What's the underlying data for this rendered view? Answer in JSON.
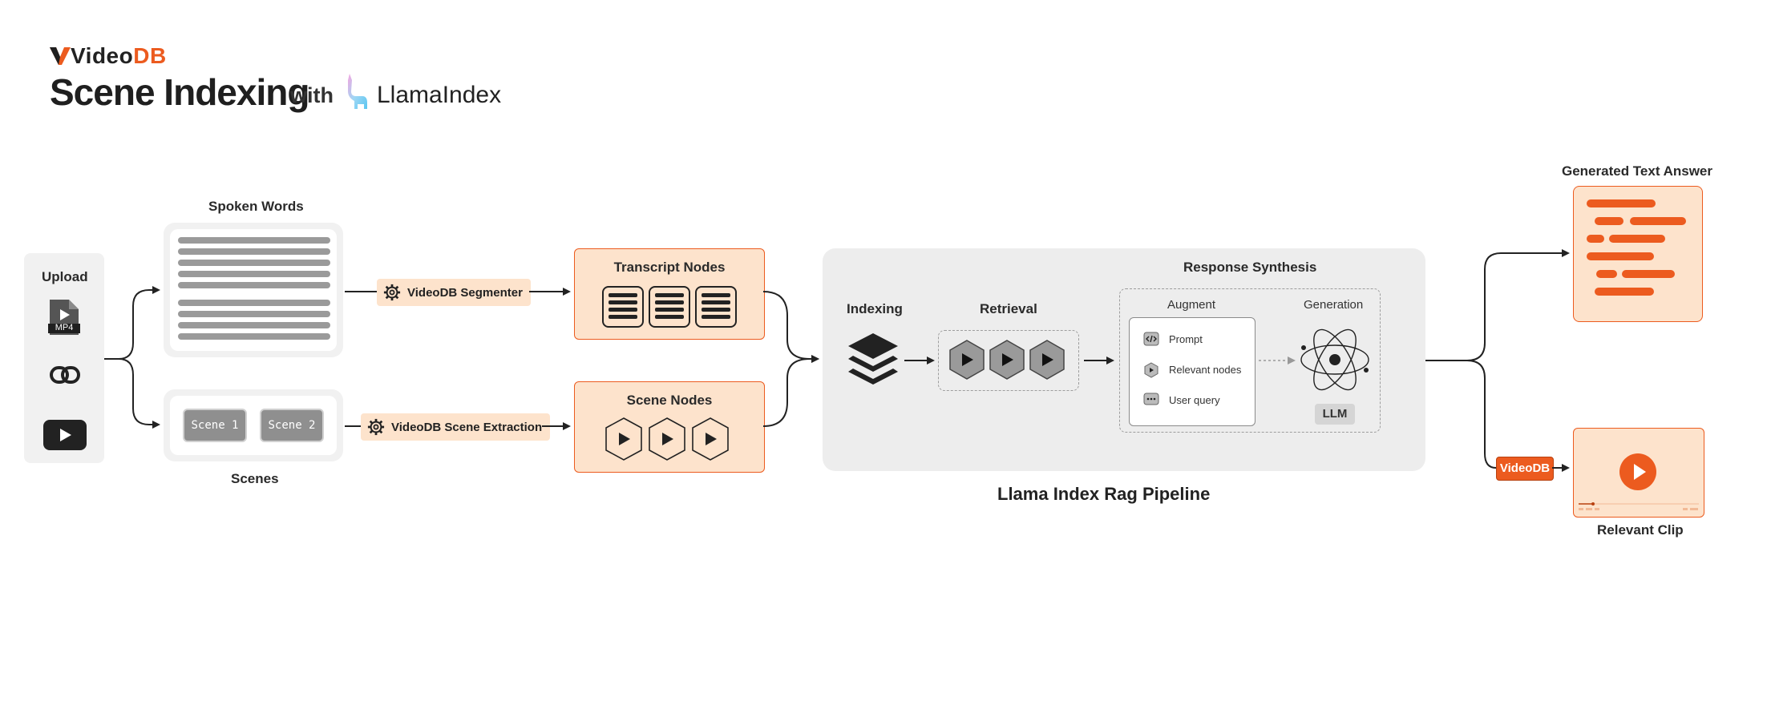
{
  "header": {
    "brand_prefix": "Video",
    "brand_suffix": "DB",
    "title": "Scene Indexing",
    "with": "with",
    "partner": "LlamaIndex"
  },
  "upload": {
    "label": "Upload",
    "file_type": "MP4",
    "icons": [
      "mp4-file-icon",
      "link-icon",
      "youtube-icon"
    ]
  },
  "spoken_words": {
    "label": "Spoken Words"
  },
  "scenes": {
    "label": "Scenes",
    "tiles": [
      "Scene 1",
      "Scene 2"
    ]
  },
  "segmenter": {
    "label": "VideoDB Segmenter"
  },
  "scene_extraction": {
    "label": "VideoDB Scene Extraction"
  },
  "transcript_nodes": {
    "label": "Transcript Nodes"
  },
  "scene_nodes": {
    "label": "Scene Nodes"
  },
  "pipeline": {
    "label": "Llama Index Rag Pipeline",
    "indexing": "Indexing",
    "retrieval": "Retrieval",
    "response_synthesis": "Response Synthesis",
    "augment": "Augment",
    "generation": "Generation",
    "augment_items": [
      "Prompt",
      "Relevant nodes",
      "User query"
    ],
    "llm": "LLM"
  },
  "outputs": {
    "answer_label": "Generated Text Answer",
    "clip_label": "Relevant Clip",
    "clip_badge": "VideoDB"
  },
  "colors": {
    "accent": "#ec5b1f",
    "node_fill": "#fde3cc",
    "panel": "#ededed"
  }
}
